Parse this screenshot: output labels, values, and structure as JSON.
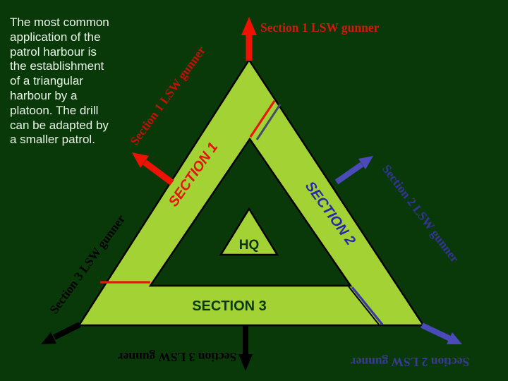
{
  "slide": {
    "intro": {
      "lines": [
        "The most common",
        "application of the",
        "patrol harbour is",
        "the establishment",
        "of a triangular",
        "harbour by a",
        "platoon.  The drill",
        "can be adapted by",
        "a smaller patrol."
      ]
    },
    "triangle": {
      "hq_label": "HQ",
      "section1_label": "SECTION 1",
      "section2_label": "SECTION 2",
      "section3_label": "SECTION 3"
    },
    "labels": {
      "sec1_top": "Section 1 LSW gunner",
      "sec1_diag": "Section 1 LSW gunner",
      "sec2_diag": "Section 2 LSW gunner",
      "sec2_flip": "Section 2 LSW gunner",
      "sec3_flip": "Section 3 LSW gunner",
      "sec3_diag": "Section 3 LSW gunner"
    },
    "colors": {
      "background": "#093909",
      "band_green": "#A3D235",
      "red": "#E8170B",
      "blue_arrow": "#4A4AB9",
      "section2_blue": "#2829A4",
      "black": "#000000",
      "intro_text": "#E9F6E7"
    }
  }
}
